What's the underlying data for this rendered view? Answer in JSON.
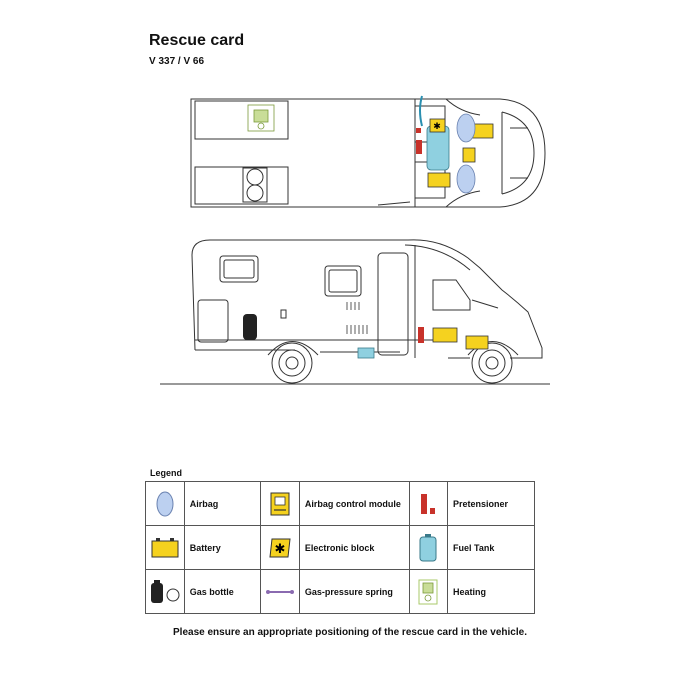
{
  "header": {
    "title": "Rescue card",
    "subtitle": "V 337 / V 66"
  },
  "legend": {
    "title": "Legend",
    "rows": [
      [
        {
          "icon": "airbag-icon",
          "label": "Airbag"
        },
        {
          "icon": "airbag-control-module-icon",
          "label": "Airbag control module"
        },
        {
          "icon": "pretensioner-icon",
          "label": "Pretensioner"
        }
      ],
      [
        {
          "icon": "battery-icon",
          "label": "Battery"
        },
        {
          "icon": "electronic-block-icon",
          "label": "Electronic block"
        },
        {
          "icon": "fuel-tank-icon",
          "label": "Fuel Tank"
        }
      ],
      [
        {
          "icon": "gas-bottle-icon",
          "label": "Gas bottle"
        },
        {
          "icon": "gas-pressure-spring-icon",
          "label": "Gas-pressure spring"
        },
        {
          "icon": "heating-icon",
          "label": "Heating"
        }
      ]
    ]
  },
  "footer": {
    "note": "Please ensure an appropriate positioning of the rescue card in the vehicle."
  },
  "colors": {
    "component_yellow": "#f5d21f",
    "airbag_blue": "#bcd0f0",
    "fuel_tank_blue": "#8fd0e0",
    "pretensioner_red": "#c8322a",
    "heating_green": "#a9c96a"
  }
}
